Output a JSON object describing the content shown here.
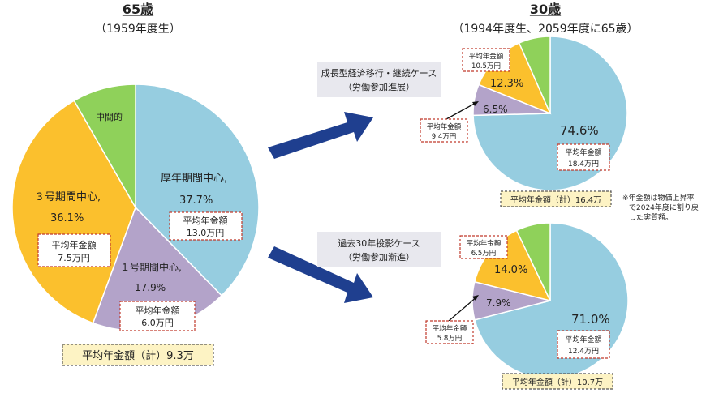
{
  "colors": {
    "kosei": "#96cde0",
    "kokumin1": "#b3a3c9",
    "kokumin3": "#fbc02d",
    "chukan": "#8fd15a",
    "arrow": "#1f3f8f"
  },
  "left": {
    "title": "65歳",
    "subtitle": "（1959年度生）",
    "labels": {
      "kosei_name": "厚年期間中心,",
      "kosei_pct": "37.7%",
      "kosei_avg_title": "平均年金額",
      "kosei_avg_val": "13.0万円",
      "k3_name": "３号期間中心,",
      "k3_pct": "36.1%",
      "k3_avg_title": "平均年金額",
      "k3_avg_val": "7.5万円",
      "k1_name": "１号期間中心,",
      "k1_pct": "17.9%",
      "k1_avg_title": "平均年金額",
      "k1_avg_val": "6.0万円",
      "chukan_name": "中間的"
    },
    "total": "平均年金額（計）9.3万"
  },
  "right": {
    "title": "30歳",
    "subtitle": "（1994年度生、2059年度に65歳）",
    "case1": {
      "label_line1": "成長型経済移行・継続ケース",
      "label_line2": "（労働参加進展）",
      "kosei_pct": "74.6%",
      "kosei_avg_title": "平均年金額",
      "kosei_avg_val": "18.4万円",
      "k3_pct": "12.3%",
      "k3_avg_title": "平均年金額",
      "k3_avg_val": "10.5万円",
      "k1_pct": "6.5%",
      "k1_avg_title": "平均年金額",
      "k1_avg_val": "9.4万円",
      "total": "平均年金額（計）16.4万"
    },
    "case2": {
      "label_line1": "過去30年投影ケース",
      "label_line2": "（労働参加漸進）",
      "kosei_pct": "71.0%",
      "kosei_avg_title": "平均年金額",
      "kosei_avg_val": "12.4万円",
      "k3_pct": "14.0%",
      "k3_avg_title": "平均年金額",
      "k3_avg_val": "6.5万円",
      "k1_pct": "7.9%",
      "k1_avg_title": "平均年金額",
      "k1_avg_val": "5.8万円",
      "total": "平均年金額（計）10.7万"
    },
    "note_line1": "※年金額は物価上昇率",
    "note_line2": "で2024年度に割り戻",
    "note_line3": "した実質額。"
  },
  "chart_data": [
    {
      "type": "pie",
      "title": "65歳",
      "subtitle": "（1959年度生）",
      "categories": [
        "厚年期間中心",
        "１号期間中心",
        "３号期間中心",
        "中間的"
      ],
      "values": [
        37.7,
        17.9,
        36.1,
        8.3
      ],
      "average_pension": [
        "13.0万円",
        "6.0万円",
        "7.5万円",
        ""
      ],
      "total": "9.3万"
    },
    {
      "type": "pie",
      "title": "30歳",
      "subtitle": "成長型経済移行・継続ケース（労働参加進展）",
      "categories": [
        "厚年期間中心",
        "１号期間中心",
        "３号期間中心",
        "中間的"
      ],
      "values": [
        74.6,
        6.5,
        12.3,
        6.6
      ],
      "average_pension": [
        "18.4万円",
        "9.4万円",
        "10.5万円",
        ""
      ],
      "total": "16.4万"
    },
    {
      "type": "pie",
      "title": "30歳",
      "subtitle": "過去30年投影ケース（労働参加漸進）",
      "categories": [
        "厚年期間中心",
        "１号期間中心",
        "３号期間中心",
        "中間的"
      ],
      "values": [
        71.0,
        7.9,
        14.0,
        7.1
      ],
      "average_pension": [
        "12.4万円",
        "5.8万円",
        "6.5万円",
        ""
      ],
      "total": "10.7万"
    }
  ]
}
